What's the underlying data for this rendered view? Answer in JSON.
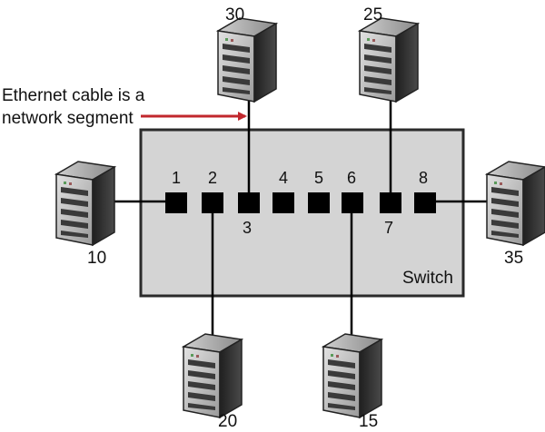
{
  "switch": {
    "label": "Switch",
    "fill": "#d4d4d4",
    "stroke": "#2a2a2a"
  },
  "ports": [
    "1",
    "2",
    "3",
    "4",
    "5",
    "6",
    "7",
    "8"
  ],
  "servers": {
    "s10": "10",
    "s20": "20",
    "s30": "30",
    "s25": "25",
    "s15": "15",
    "s35": "35"
  },
  "annotation": {
    "line1": "Ethernet cable is a",
    "line2": "network segment",
    "arrow_color": "#c1272d"
  },
  "colors": {
    "port": "#000000",
    "cable": "#000000",
    "server_dark": "#2e2e2e",
    "server_light": "#bdbdbd"
  }
}
